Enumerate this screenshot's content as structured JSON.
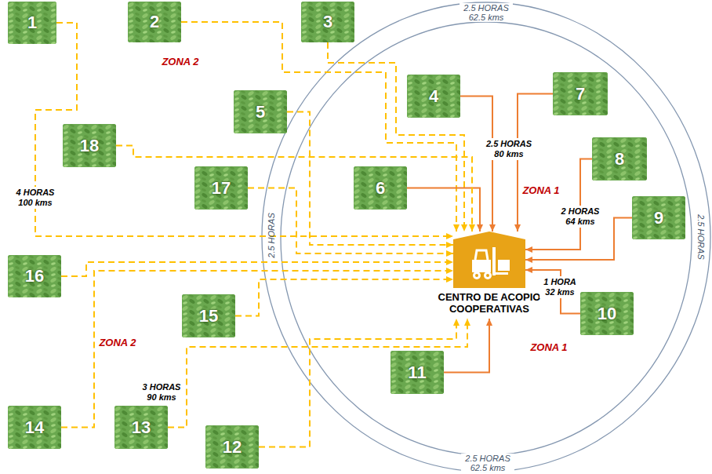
{
  "diagram": {
    "nodes": [
      {
        "text": [
          "1"
        ]
      },
      {
        "text": [
          "2"
        ]
      },
      {
        "text": [
          "3"
        ]
      },
      {
        "text": [
          "4"
        ]
      },
      {
        "text": [
          "5"
        ]
      },
      {
        "text": [
          "6"
        ]
      },
      {
        "text": [
          "7"
        ]
      },
      {
        "text": [
          "8"
        ]
      },
      {
        "text": [
          "9"
        ]
      },
      {
        "text": [
          "10"
        ]
      },
      {
        "text": [
          "11"
        ]
      },
      {
        "text": [
          "12"
        ]
      },
      {
        "text": [
          "13"
        ]
      },
      {
        "text": [
          "14"
        ]
      },
      {
        "text": [
          "15"
        ]
      },
      {
        "text": [
          "16"
        ]
      },
      {
        "text": [
          "17"
        ]
      },
      {
        "text": [
          "18"
        ]
      },
      {
        "text": [
          "CENTRO DE ACOPIO COOPERATIVAS"
        ]
      }
    ],
    "edges": [
      {
        "from": 0,
        "to": 18,
        "arrow": "to",
        "label": "4 HORAS 100 kms"
      },
      {
        "from": 1,
        "to": 18,
        "arrow": "to"
      },
      {
        "from": 2,
        "to": 18,
        "arrow": "to"
      },
      {
        "from": 3,
        "to": 18,
        "arrow": "to"
      },
      {
        "from": 4,
        "to": 18,
        "arrow": "to"
      },
      {
        "from": 5,
        "to": 18,
        "arrow": "to"
      },
      {
        "from": 6,
        "to": 18,
        "arrow": "to",
        "label": "2.5 HORAS 80 kms"
      },
      {
        "from": 7,
        "to": 18,
        "arrow": "to",
        "label": "2 HORAS 64 kms"
      },
      {
        "from": 8,
        "to": 18,
        "arrow": "to"
      },
      {
        "from": 9,
        "to": 18,
        "arrow": "to",
        "label": "1 HORA 32 kms"
      },
      {
        "from": 10,
        "to": 18,
        "arrow": "to"
      },
      {
        "from": 11,
        "to": 18,
        "arrow": "to"
      },
      {
        "from": 12,
        "to": 18,
        "arrow": "to",
        "label": "3 HORAS 90 kms"
      },
      {
        "from": 13,
        "to": 18,
        "arrow": "to"
      },
      {
        "from": 14,
        "to": 18,
        "arrow": "to"
      },
      {
        "from": 15,
        "to": 18,
        "arrow": "to"
      },
      {
        "from": 16,
        "to": 18,
        "arrow": "to"
      },
      {
        "from": 17,
        "to": 18,
        "arrow": "to"
      }
    ],
    "labels": [
      "2.5 HORAS 62.5 kms",
      "ZONA 2",
      "2.5 HORAS",
      "ZONA 1",
      "2.5 HORAS",
      "ZONA 1",
      "ZONA 2",
      "2.5 HORAS 62.5 kms"
    ]
  }
}
